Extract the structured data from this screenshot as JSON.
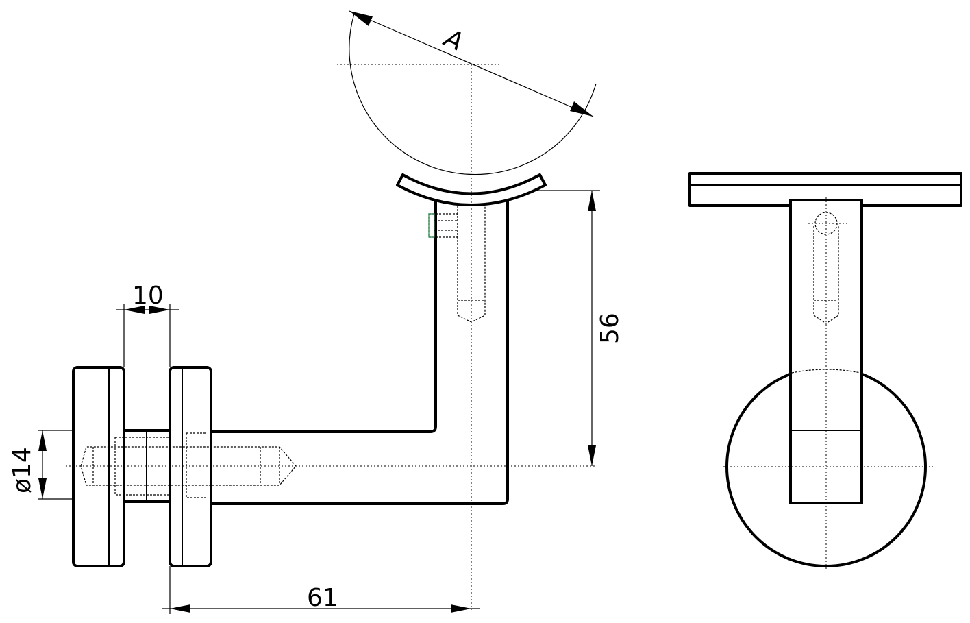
{
  "dimensions": {
    "width_label": "10",
    "height_label": "56",
    "length_label": "61",
    "diameter_label": "ø14",
    "rail_label": "A"
  }
}
